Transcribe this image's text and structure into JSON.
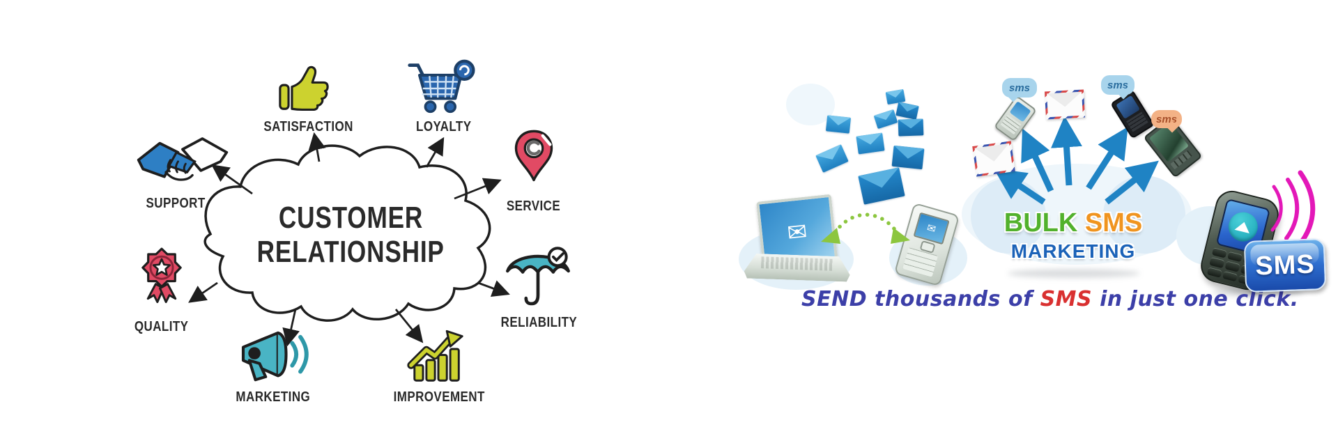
{
  "banner": {
    "left_diagram": {
      "title_line1": "CUSTOMER",
      "title_line2": "RELATIONSHIP",
      "items": [
        {
          "label": "SUPPORT",
          "icon": "handshake-icon",
          "color": "#2e7fc4"
        },
        {
          "label": "SATISFACTION",
          "icon": "thumbs-up-icon",
          "color": "#ccd22f"
        },
        {
          "label": "LOYALTY",
          "icon": "shopping-cart-icon",
          "color": "#2a66ae"
        },
        {
          "label": "SERVICE",
          "icon": "map-pin-icon",
          "color": "#e14a64"
        },
        {
          "label": "QUALITY",
          "icon": "award-rosette-icon",
          "color": "#e14a64"
        },
        {
          "label": "RELIABILITY",
          "icon": "umbrella-icon",
          "color": "#49b4c4"
        },
        {
          "label": "MARKETING",
          "icon": "megaphone-icon",
          "color": "#49b4c4"
        },
        {
          "label": "IMPROVEMENT",
          "icon": "growth-chart-icon",
          "color": "#ccd22f"
        }
      ],
      "outline_color": "#1e1e1e"
    },
    "right_promo": {
      "headline": {
        "word1": "BULK",
        "word2": "SMS",
        "word3": "MARKETING"
      },
      "caption": {
        "part1": "SEND thousands of ",
        "highlight": "SMS",
        "part2": " in just one click."
      },
      "sms_bubbles": [
        {
          "label": "sms",
          "style": "blue"
        },
        {
          "label": "sms",
          "style": "blue"
        },
        {
          "label": "sms",
          "style": "orange"
        }
      ],
      "badge_label": "SMS",
      "envelope_glyph": "✉",
      "colors": {
        "bulk_green": "#52b12c",
        "sms_orange": "#f0941f",
        "marketing_blue": "#1b62b8",
        "caption_blue": "#3c3fa8",
        "caption_red": "#d93030",
        "envelope_blue": "#2489cc",
        "broadcast_arrow_blue": "#1f83c4",
        "sync_arc_green": "#8cc63f",
        "badge_blue": "#2e6fd0",
        "signal_pink": "#e318b8"
      }
    }
  }
}
